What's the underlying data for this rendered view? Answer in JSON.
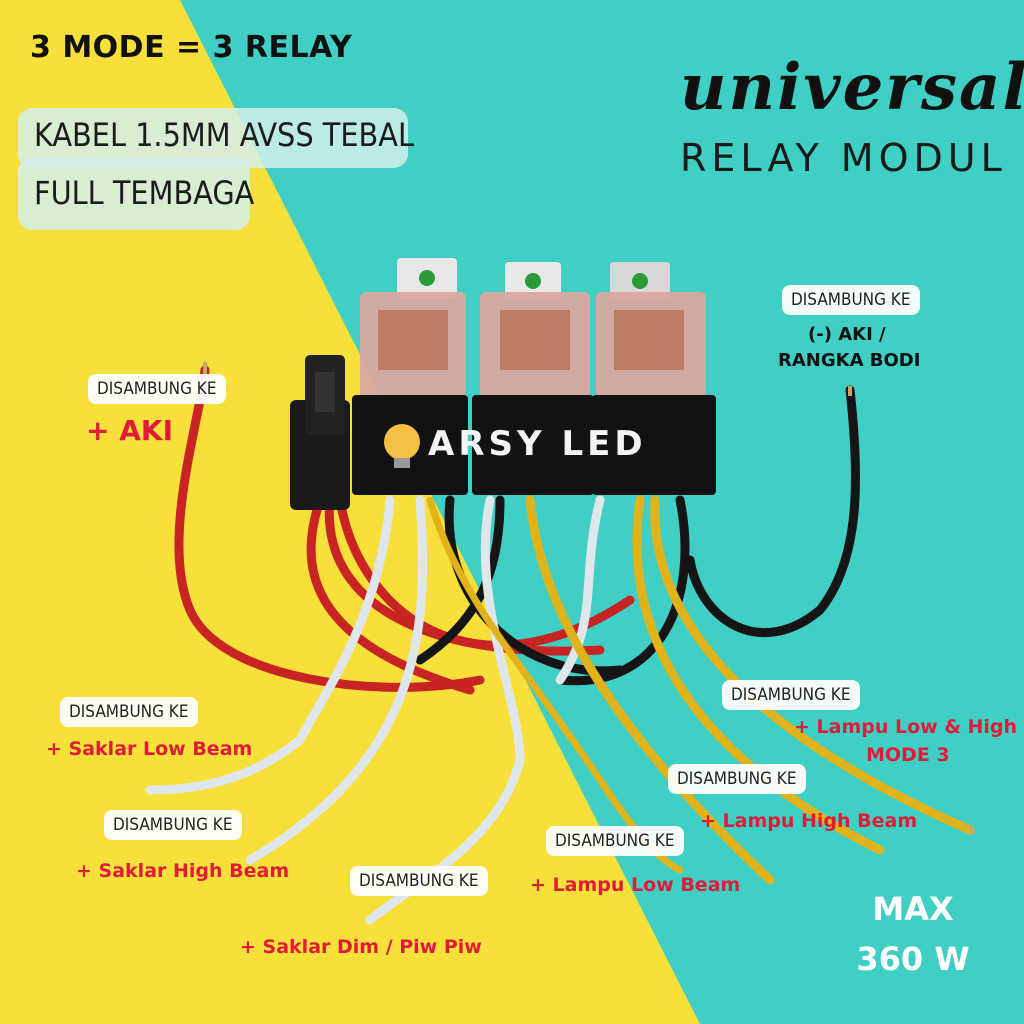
{
  "headline": "3 MODE =  3 RELAY",
  "cable": {
    "line1": "KABEL 1.5MM AVSS TEBAL",
    "line2": "FULL TEMBAGA"
  },
  "title": {
    "script": "universal",
    "sub": "RELAY MODUL"
  },
  "brand": "ARSY LED",
  "labels": {
    "aki_tag": "DISAMBUNG KE",
    "aki": "+ AKI",
    "ground_tag": "DISAMBUNG KE",
    "ground_line1": "(-) AKI /",
    "ground_line2": "RANGKA BODI",
    "low_switch_tag": "DISAMBUNG KE",
    "low_switch": "+ Saklar Low Beam",
    "high_switch_tag": "DISAMBUNG KE",
    "high_switch": "+ Saklar High Beam",
    "dim_tag": "DISAMBUNG KE",
    "dim": "+ Saklar Dim / Piw Piw",
    "lamp_low_tag": "DISAMBUNG KE",
    "lamp_low": "+ Lampu Low Beam",
    "lamp_high_tag": "DISAMBUNG KE",
    "lamp_high": "+ Lampu High Beam",
    "mode3_tag": "DISAMBUNG KE",
    "mode3_line1": "+ Lampu Low & High",
    "mode3_line2": "MODE 3"
  },
  "max": {
    "line1": "MAX",
    "line2": "360 W"
  },
  "colors": {
    "yellow": "#f8e03a",
    "teal": "#3fcfc4",
    "red_text": "#e01b3a",
    "wire_red": "#d42a2a",
    "wire_yellow": "#e0b31b",
    "wire_white": "#dfe6ec",
    "wire_black": "#151515"
  }
}
